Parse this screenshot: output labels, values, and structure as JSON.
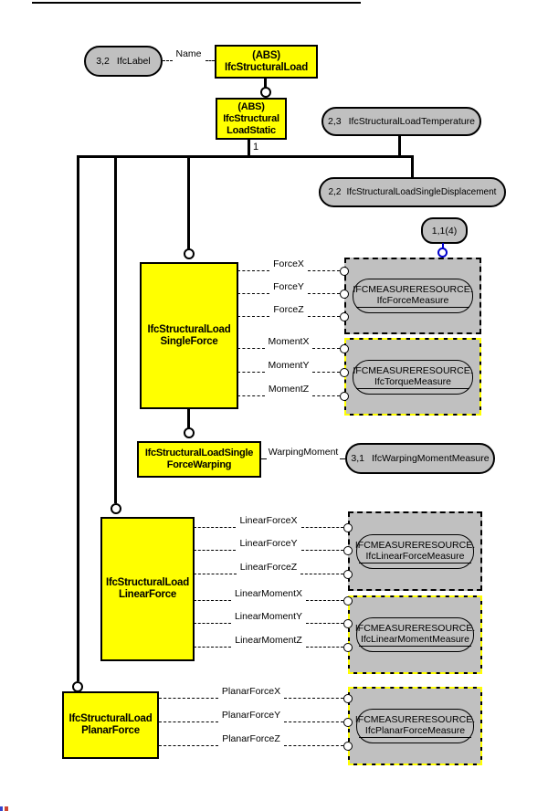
{
  "colors": {
    "entity_fill": "#FFFF00",
    "reference_fill": "#C0C0C0",
    "line": "#000000",
    "select_link": "#0000CD"
  },
  "entities": {
    "structural_load": {
      "abs": "(ABS)",
      "line1": "IfcStructuralLoad"
    },
    "load_static": {
      "abs": "(ABS)",
      "line1": "IfcStructural",
      "line2": "LoadStatic"
    },
    "single_force": {
      "line1": "IfcStructuralLoad",
      "line2": "SingleForce"
    },
    "force_warping": {
      "line1": "IfcStructuralLoadSingle",
      "line2": "ForceWarping"
    },
    "linear_force": {
      "line1": "IfcStructuralLoad",
      "line2": "LinearForce"
    },
    "planar_force": {
      "line1": "IfcStructuralLoad",
      "line2": "PlanarForce"
    }
  },
  "page_refs": {
    "label": {
      "page": "3,2",
      "name": "IfcLabel"
    },
    "temperature": {
      "page": "2,3",
      "name": "IfcStructuralLoadTemperature"
    },
    "displacement": {
      "page": "2,2",
      "name": "IfcStructuralLoadSingleDisplacement"
    },
    "warping_measure": {
      "page": "3,1",
      "name": "IfcWarpingMomentMeasure"
    },
    "select_ref": {
      "page": "1,1(4)"
    }
  },
  "labels": {
    "name_attr": "Name",
    "cardinality": "1",
    "warping_moment": "WarpingMoment"
  },
  "attributes": {
    "single_force": [
      "ForceX",
      "ForceY",
      "ForceZ",
      "MomentX",
      "MomentY",
      "MomentZ"
    ],
    "linear_force": [
      "LinearForceX",
      "LinearForceY",
      "LinearForceZ",
      "LinearMomentX",
      "LinearMomentY",
      "LinearMomentZ"
    ],
    "planar_force": [
      "PlanarForceX",
      "PlanarForceY",
      "PlanarForceZ"
    ]
  },
  "external_refs": {
    "force": {
      "schema": "IFCMEASURERESOURCE.",
      "type": "IfcForceMeasure"
    },
    "torque": {
      "schema": "IFCMEASURERESOURCE.",
      "type": "IfcTorqueMeasure"
    },
    "linear_force": {
      "schema": "IFCMEASURERESOURCE.",
      "type": "IfcLinearForceMeasure"
    },
    "linear_moment": {
      "schema": "IFCMEASURERESOURCE.",
      "type": "IfcLinearMomentMeasure"
    },
    "planar_force": {
      "schema": "IFCMEASURERESOURCE.",
      "type": "IfcPlanarForceMeasure"
    }
  }
}
